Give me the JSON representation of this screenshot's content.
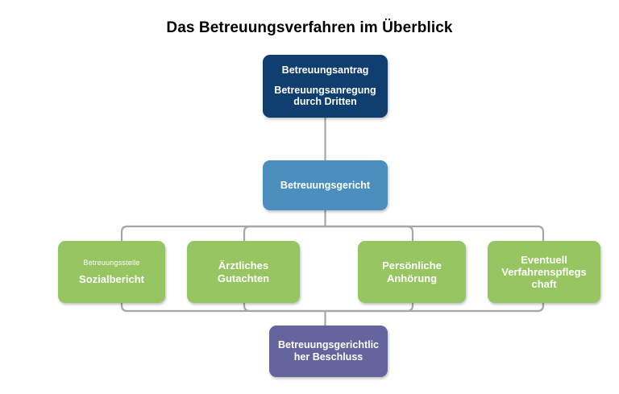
{
  "chart_data": {
    "type": "diagram",
    "title": "Das Betreuungsverfahren im Überblick",
    "subtype": "flowchart-hierarchy",
    "orientation": "top-down",
    "levels": 4,
    "nodes": [
      {
        "id": "antrag",
        "label": "Betreuungsantrag / Betreuungsanregung durch Dritten",
        "level": 1,
        "color": "#103e6e"
      },
      {
        "id": "gericht",
        "label": "Betreuungsgericht",
        "level": 2,
        "color": "#4a8fbd"
      },
      {
        "id": "sozialbericht",
        "label": "Betreuungsstelle Sozialbericht",
        "level": 3,
        "color": "#96c561"
      },
      {
        "id": "gutachten",
        "label": "Ärztliches Gutachten",
        "level": 3,
        "color": "#96c561"
      },
      {
        "id": "anhoerung",
        "label": "Persönliche Anhörung",
        "level": 3,
        "color": "#96c561"
      },
      {
        "id": "pflegschaft",
        "label": "Eventuell Verfahrenspflegschaft",
        "level": 3,
        "color": "#96c561"
      },
      {
        "id": "beschluss",
        "label": "Betreuungsgerichtlicher Beschluss",
        "level": 4,
        "color": "#63659c"
      }
    ],
    "edges": [
      {
        "from": "antrag",
        "to": "gericht"
      },
      {
        "from": "gericht",
        "to": "sozialbericht"
      },
      {
        "from": "gericht",
        "to": "gutachten"
      },
      {
        "from": "gericht",
        "to": "anhoerung"
      },
      {
        "from": "gericht",
        "to": "pflegschaft"
      },
      {
        "from": "sozialbericht",
        "to": "beschluss"
      },
      {
        "from": "gutachten",
        "to": "beschluss"
      },
      {
        "from": "anhoerung",
        "to": "beschluss"
      },
      {
        "from": "pflegschaft",
        "to": "beschluss"
      }
    ]
  },
  "title": "Das Betreuungsverfahren im Überblick",
  "nodes": {
    "antrag": {
      "line1": "Betreuungsantrag",
      "line2": "Betreuungsanregung",
      "line3": "durch Dritten"
    },
    "gericht": {
      "label": "Betreuungsgericht"
    },
    "sozialbericht": {
      "eyebrow": "Betreuungsstelle",
      "label": "Sozialbericht"
    },
    "gutachten": {
      "line1": "Ärztliches",
      "line2": "Gutachten"
    },
    "anhoerung": {
      "line1": "Persönliche",
      "line2": "Anhörung"
    },
    "pflegschaft": {
      "line1": "Eventuell",
      "line2": "Verfahrenspflegschaft"
    },
    "beschluss": {
      "label": "Betreuungsgerichtlicher Beschluss"
    }
  },
  "colors": {
    "navy": "#103e6e",
    "blue": "#4a8fbd",
    "green": "#96c561",
    "purple": "#63659c",
    "connector": "#a6a6a6",
    "background": "#ffffff",
    "title_text": "#000000",
    "node_text": "#ffffff"
  }
}
